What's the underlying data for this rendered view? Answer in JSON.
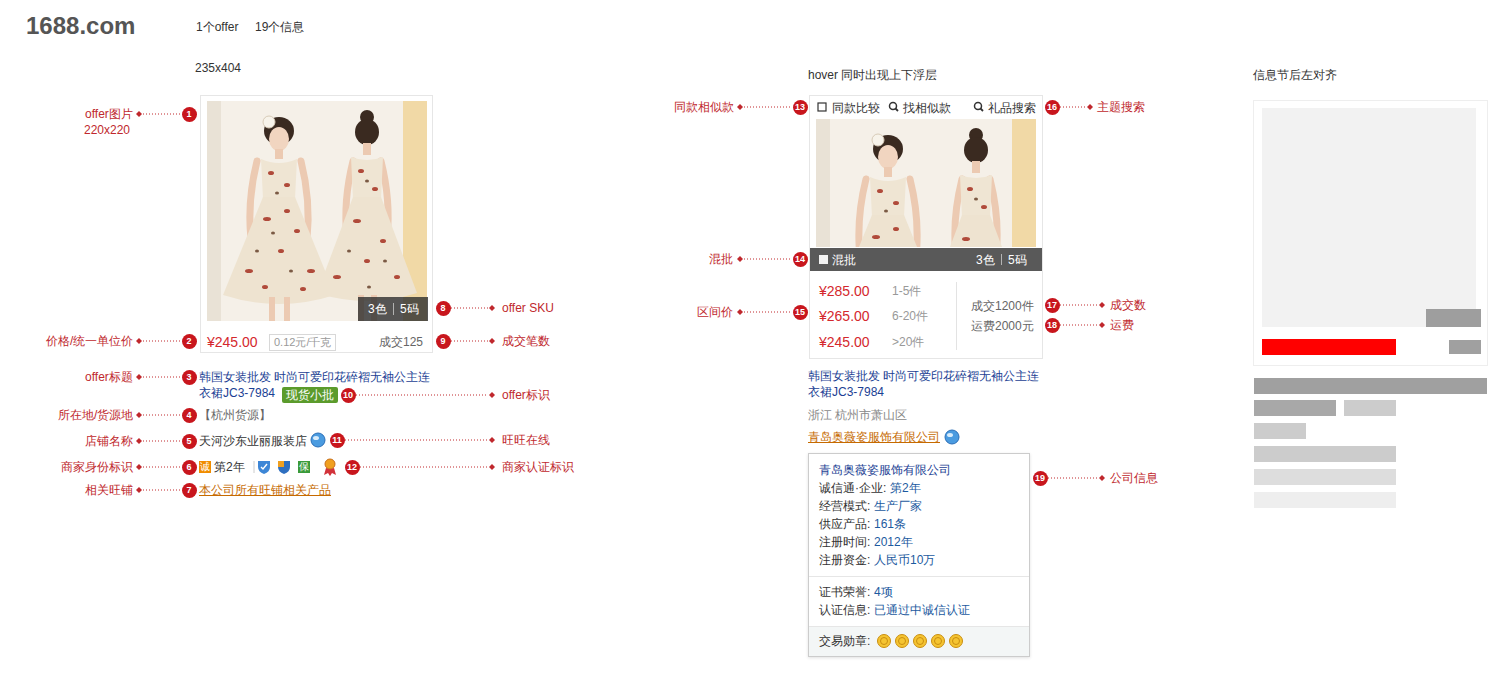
{
  "diagram": {
    "nodes": [
      {
        "text": [
          "¥245.00",
          "成交125"
        ]
      },
      {
        "text": [
          "0.12元/千克"
        ],
        "in": 0
      },
      {
        "text": [
          "3色",
          "5码"
        ],
        "in": 0
      },
      {
        "text": [
          "现货小批"
        ]
      },
      {
        "text": [
          "同款比较",
          "找相似款",
          "礼品搜索",
          "¥285.00",
          "1-5件",
          "¥265.00",
          "6-20件",
          "¥245.00",
          ">20件",
          "成交1200件",
          "运费2000元"
        ]
      },
      {
        "text": [
          "混批",
          "3色",
          "5码"
        ],
        "in": 4
      },
      {
        "text": [
          "青岛奥薇姿服饰有限公司",
          "诚信通·企业:",
          "第2年",
          "经营模式:",
          "生产厂家",
          "供应产品:",
          "161条",
          "注册时间:",
          "2012年",
          "注册资金:",
          "人民币10万",
          "证书荣誉:",
          "4项",
          "认证信息:",
          "已通过中诚信认证",
          "交易勋章:"
        ]
      }
    ],
    "labels": [
      "1688.com",
      "1个offer",
      "19个信息",
      "235x404",
      "hover 同时出现上下浮层",
      "信息节后左对齐",
      "offer图片",
      "220x220",
      "价格/统一单位价",
      "offer标题",
      "所在地/货源地",
      "店铺名称",
      "商家身份标识",
      "相关旺铺",
      "offer SKU",
      "成交笔数",
      "offer标识",
      "旺旺在线",
      "商家认证标识",
      "1",
      "2",
      "3",
      "4",
      "5",
      "6",
      "7",
      "8",
      "9",
      "10",
      "11",
      "12",
      "韩国女装批发 时尚可爱印花碎褶无袖公主连衣裙JC3-7984",
      "【杭州货源】",
      "天河沙东业丽服装店",
      "诚",
      "第2年",
      "保",
      "本公司所有旺铺相关产品",
      "同款相似款",
      "混批",
      "区间价",
      "主题搜索",
      "成交数",
      "运费",
      "公司信息",
      "13",
      "14",
      "15",
      "16",
      "17",
      "18",
      "19",
      "韩国女装批发 时尚可爱印花碎褶无袖公主连衣裙JC3-7984",
      "浙江 杭州市萧山区",
      "青岛奥薇姿服饰有限公司"
    ]
  }
}
